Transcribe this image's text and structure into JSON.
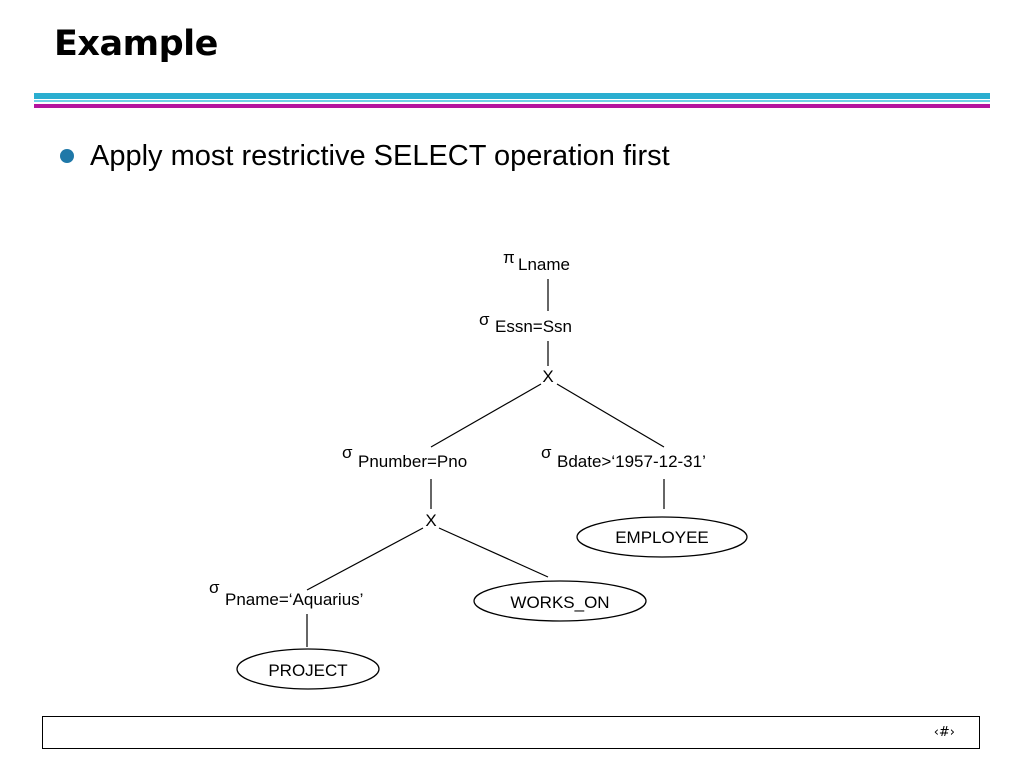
{
  "slide": {
    "title": "Example",
    "bullet": "Apply most restrictive SELECT operation first",
    "page_number": "‹#›"
  },
  "tree": {
    "root": {
      "symbol": "π",
      "subscript": "Lname"
    },
    "select_join": {
      "symbol": "σ",
      "subscript": "Essn=Ssn"
    },
    "product_top": {
      "symbol": "X"
    },
    "select_pnumber": {
      "symbol": "σ",
      "subscript": "Pnumber=Pno"
    },
    "select_bdate": {
      "symbol": "σ",
      "subscript": "Bdate>‘1957-12-31’"
    },
    "product_bottom": {
      "symbol": "X"
    },
    "select_pname": {
      "symbol": "σ",
      "subscript": "Pname=‘Aquarius’"
    },
    "relation_employee": "EMPLOYEE",
    "relation_works_on": "WORKS_ON",
    "relation_project": "PROJECT"
  }
}
